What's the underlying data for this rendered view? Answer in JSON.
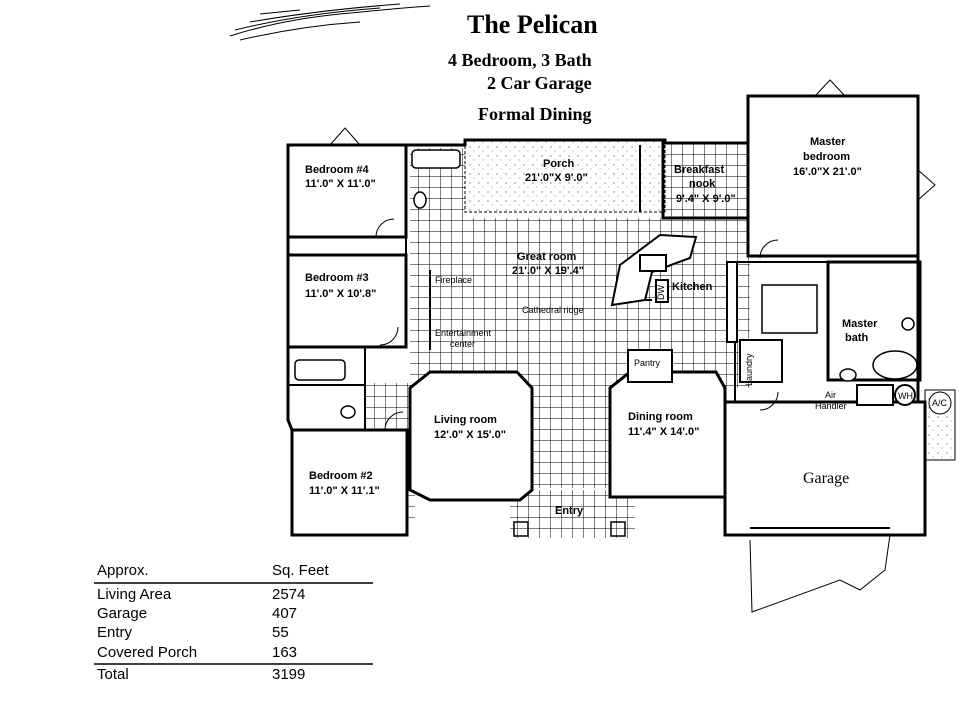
{
  "header": {
    "title": "The Pelican",
    "line1": "4 Bedroom, 3 Bath",
    "line2": "2 Car Garage",
    "line3": "Formal Dining"
  },
  "rooms": {
    "bedroom4": {
      "name": "Bedroom #4",
      "size": "11'.0\" X 11'.0\""
    },
    "bedroom3": {
      "name": "Bedroom #3",
      "size": "11'.0\" X 10'.8\""
    },
    "bedroom2": {
      "name": "Bedroom #2",
      "size": "11'.0\" X 11'.1\""
    },
    "porch": {
      "name": "Porch",
      "size": "21'.0\"X 9'.0\""
    },
    "breakfast": {
      "name1": "Breakfast",
      "name2": "nook",
      "size": "9'.4\" X 9'.0\""
    },
    "master": {
      "name1": "Master",
      "name2": "bedroom",
      "size": "16'.0\"X 21'.0\""
    },
    "great": {
      "name": "Great room",
      "size": "21'.0\" X 19'.4\""
    },
    "kitchen": {
      "name": "Kitchen"
    },
    "master_bath": {
      "name1": "Master",
      "name2": "bath"
    },
    "living": {
      "name": "Living room",
      "size": "12'.0\" X 15'.0\""
    },
    "dining": {
      "name": "Dining room",
      "size": "11'.4\" X 14'.0\""
    },
    "garage": {
      "name": "Garage"
    },
    "entry": {
      "name": "Entry"
    }
  },
  "labels": {
    "fireplace": "Fireplace",
    "cathedral": "Cathedral ridge",
    "ent1": "Entertainment",
    "ent2": "center",
    "pantry": "Pantry",
    "laundry": "Laundry",
    "air1": "Air",
    "air2": "Handler",
    "wh": "WH",
    "ac": "A/C",
    "dw": "DW"
  },
  "sqft": {
    "header": {
      "label": "Approx.",
      "value": "Sq. Feet"
    },
    "rows": [
      {
        "label": "Living Area",
        "value": "2574"
      },
      {
        "label": "Garage",
        "value": "407"
      },
      {
        "label": "Entry",
        "value": "55"
      },
      {
        "label": "Covered Porch",
        "value": "163"
      }
    ],
    "total": {
      "label": "Total",
      "value": "3199"
    }
  }
}
